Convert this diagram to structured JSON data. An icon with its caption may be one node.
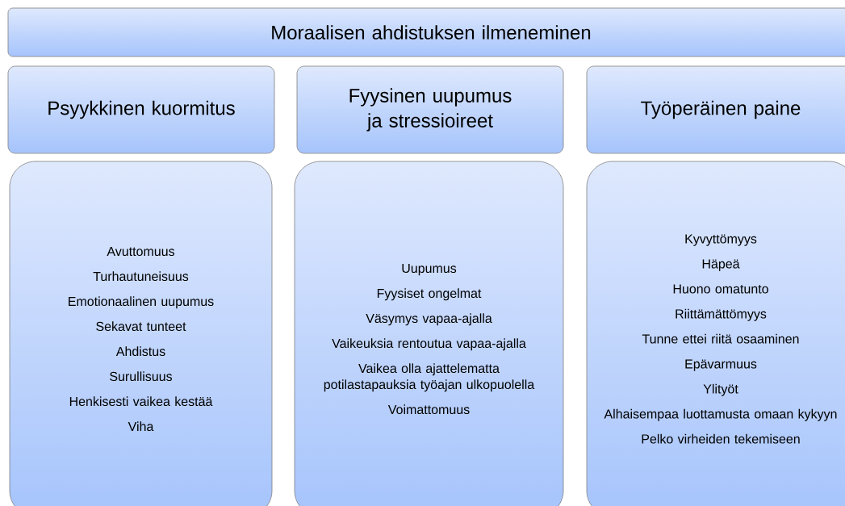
{
  "diagram": {
    "nodes": [
      {
        "text": [
          "Moraalisen ahdistuksen ilmeneminen"
        ]
      },
      {
        "text": [
          "Psyykkinen kuormitus"
        ]
      },
      {
        "text": [
          "Fyysinen uupumus ja stressioireet"
        ]
      },
      {
        "text": [
          "Työperäinen paine"
        ]
      },
      {
        "text": [
          "Avuttomuus",
          "Turhautuneisuus",
          "Emotionaalinen uupumus",
          "Sekavat tunteet",
          "Ahdistus",
          "Surullisuus",
          "Henkisesti vaikea kestää",
          "Viha"
        ]
      },
      {
        "text": [
          "Uupumus",
          "Fyysiset ongelmat",
          "Väsymys vapaa-ajalla",
          "Vaikeuksia rentoutua vapaa-ajalla",
          "Vaikea olla ajattelematta potilastapauksia työajan ulkopuolella",
          "Voimattomuus"
        ]
      },
      {
        "text": [
          "Kyvyttömyys",
          "Häpeä",
          "Huono omatunto",
          "Riittämättömyys",
          "Tunne ettei riitä osaaminen",
          "Epävarmuus",
          "Ylityöt",
          "Alhaisempaa luottamusta omaan kykyyn",
          "Pelko virheiden tekemiseen"
        ]
      }
    ]
  }
}
